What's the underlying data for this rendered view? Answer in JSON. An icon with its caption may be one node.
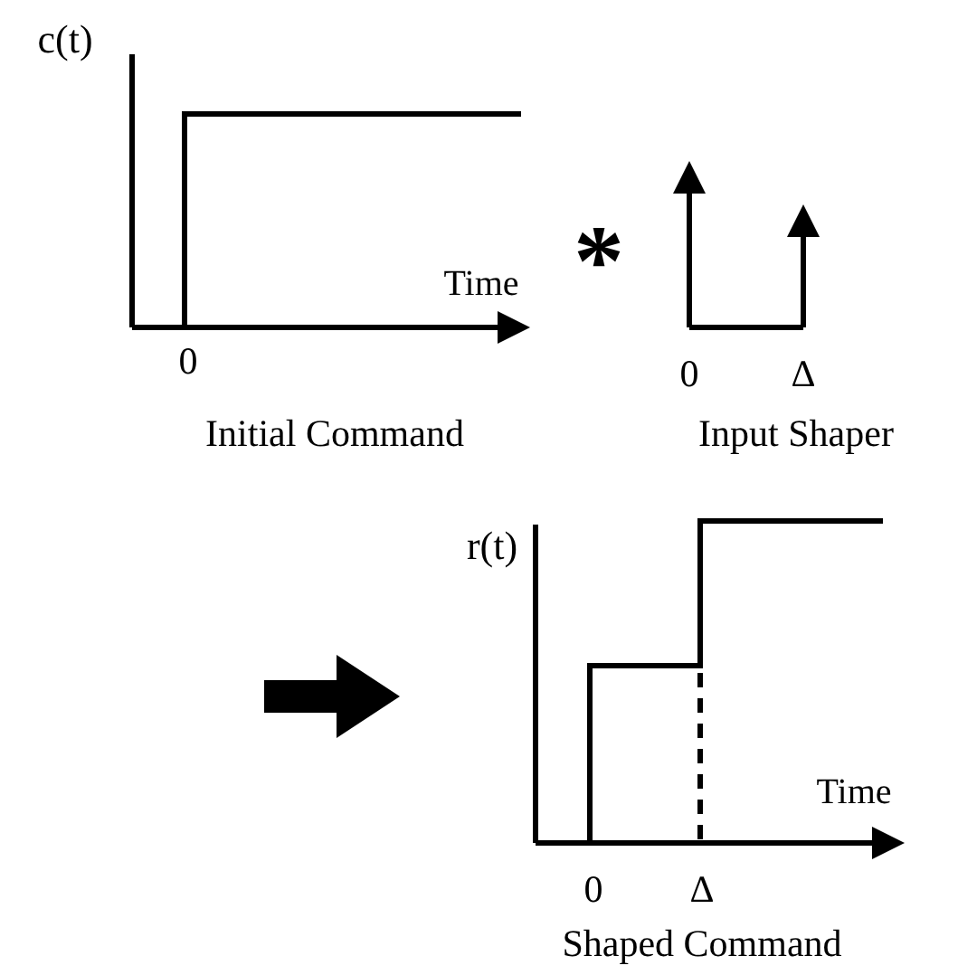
{
  "diagram": {
    "labels": [
      "c(t)",
      "Time",
      "0",
      "Initial Command",
      "*",
      "0",
      "Δ",
      "Input Shaper",
      "r(t)",
      "Time",
      "0",
      "Δ",
      "Shaped Command"
    ]
  }
}
